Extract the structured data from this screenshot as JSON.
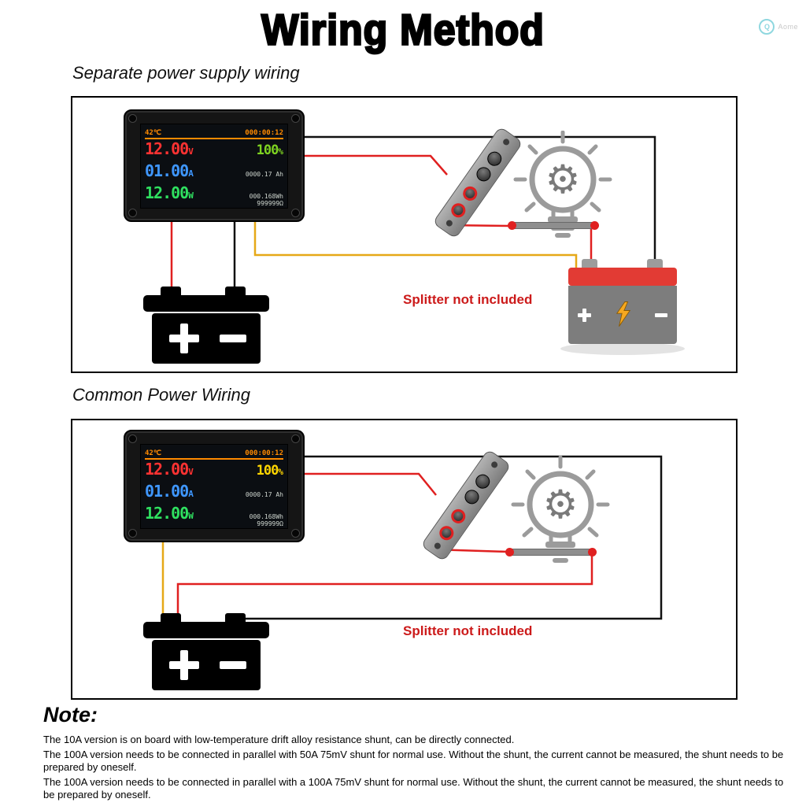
{
  "page": {
    "title": "Wiring Method",
    "brand": "Aome",
    "brand_mark": "Q"
  },
  "sections": [
    {
      "heading": "Separate power supply wiring",
      "note": "Splitter not included"
    },
    {
      "heading": "Common Power Wiring",
      "note": "Splitter not included"
    }
  ],
  "meter": {
    "temperature": "42℃",
    "timer": "000:00:12",
    "voltage_value": "12.00",
    "voltage_unit": "V",
    "battery_percent_value": "100",
    "battery_percent_unit": "%",
    "current_value": "01.00",
    "current_unit": "A",
    "amp_hours": "0000.17 Ah",
    "power_value": "12.00",
    "power_unit": "W",
    "watt_hours": "000.168Wh",
    "resistance": "999999Ω"
  },
  "note": {
    "title": "Note:",
    "lines": [
      "The 10A version is on board with low-temperature drift alloy resistance shunt, can be directly connected.",
      "The 100A version needs to be connected in parallel with 50A 75mV shunt for normal use.  Without the shunt, the current cannot be measured, the shunt needs to be prepared by oneself.",
      "The 100A version needs to be connected in parallel with a 100A 75mV shunt for normal use.  Without the shunt, the current cannot be measured, the shunt needs to be prepared by oneself."
    ]
  },
  "colors": {
    "wire_black": "#111111",
    "wire_red": "#e02020",
    "wire_yellow": "#e6a817",
    "splitter_note_red": "#cc1a1a",
    "battery_cap_red": "#e23b34",
    "meter_orange": "#ff8a00",
    "meter_red": "#ff3232",
    "meter_blue": "#3f97ff",
    "meter_green": "#2fe060",
    "meter_percent_green": "#7ed321",
    "meter_percent_yellow": "#ffd600"
  }
}
